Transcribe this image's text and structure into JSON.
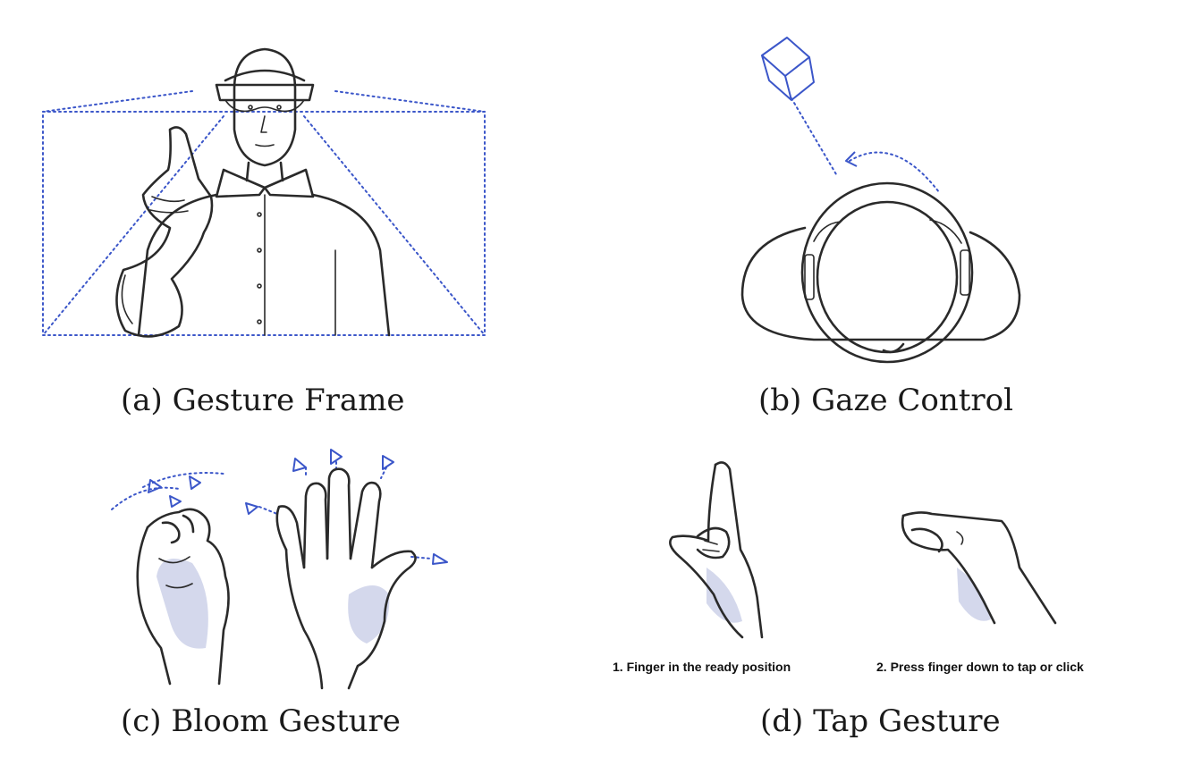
{
  "figure": {
    "panels": [
      {
        "id": "a",
        "caption": "(a) Gesture Frame"
      },
      {
        "id": "b",
        "caption": "(b) Gaze Control"
      },
      {
        "id": "c",
        "caption": "(c) Bloom Gesture"
      },
      {
        "id": "d",
        "caption": "(d) Tap Gesture",
        "steps": [
          "1. Finger in the ready position",
          "2. Press finger down to tap or click"
        ]
      }
    ]
  },
  "colors": {
    "ink": "#2a2a2a",
    "accent": "#3b56c9",
    "shade": "#c6cbe6"
  }
}
